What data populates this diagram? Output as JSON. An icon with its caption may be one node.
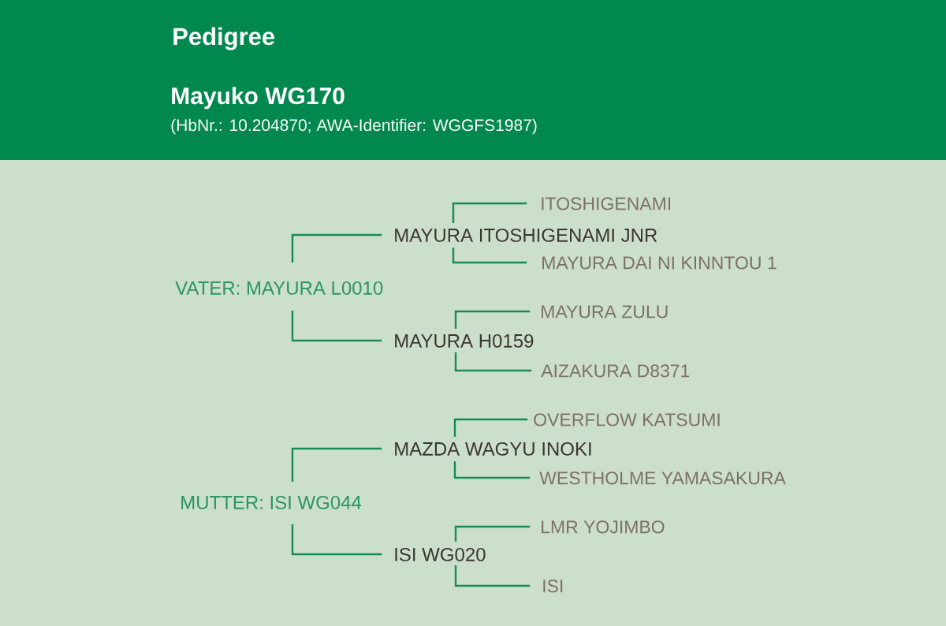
{
  "diagram": {
    "nodes": [
      {
        "text": [
          "Pedigree",
          "Mayuko WG170",
          "(HbNr.: 10.204870; AWA-Identifier: WGGFS1987)"
        ]
      },
      {
        "text": [
          "VATER: MAYURA L0010"
        ]
      },
      {
        "text": [
          "MAYURA ITOSHIGENAMI JNR"
        ]
      },
      {
        "text": [
          "ITOSHIGENAMI"
        ]
      },
      {
        "text": [
          "MAYURA DAI NI KINNTOU 1"
        ]
      },
      {
        "text": [
          "MAYURA H0159"
        ]
      },
      {
        "text": [
          "MAYURA ZULU"
        ]
      },
      {
        "text": [
          "AIZAKURA D8371"
        ]
      },
      {
        "text": [
          "MUTTER: ISI WG044"
        ]
      },
      {
        "text": [
          "MAZDA WAGYU INOKI"
        ]
      },
      {
        "text": [
          "OVERFLOW KATSUMI"
        ]
      },
      {
        "text": [
          "WESTHOLME YAMASAKURA"
        ]
      },
      {
        "text": [
          "ISI WG020"
        ]
      },
      {
        "text": [
          "LMR YOJIMBO"
        ]
      },
      {
        "text": [
          "ISI"
        ]
      }
    ],
    "edges": [
      {
        "from": 1,
        "to": 2,
        "arrow": "none"
      },
      {
        "from": 1,
        "to": 5,
        "arrow": "none"
      },
      {
        "from": 2,
        "to": 3,
        "arrow": "none"
      },
      {
        "from": 2,
        "to": 4,
        "arrow": "none"
      },
      {
        "from": 5,
        "to": 6,
        "arrow": "none"
      },
      {
        "from": 5,
        "to": 7,
        "arrow": "none"
      },
      {
        "from": 8,
        "to": 9,
        "arrow": "none"
      },
      {
        "from": 8,
        "to": 12,
        "arrow": "none"
      },
      {
        "from": 9,
        "to": 10,
        "arrow": "none"
      },
      {
        "from": 9,
        "to": 11,
        "arrow": "none"
      },
      {
        "from": 12,
        "to": 13,
        "arrow": "none"
      },
      {
        "from": 12,
        "to": 14,
        "arrow": "none"
      }
    ]
  }
}
